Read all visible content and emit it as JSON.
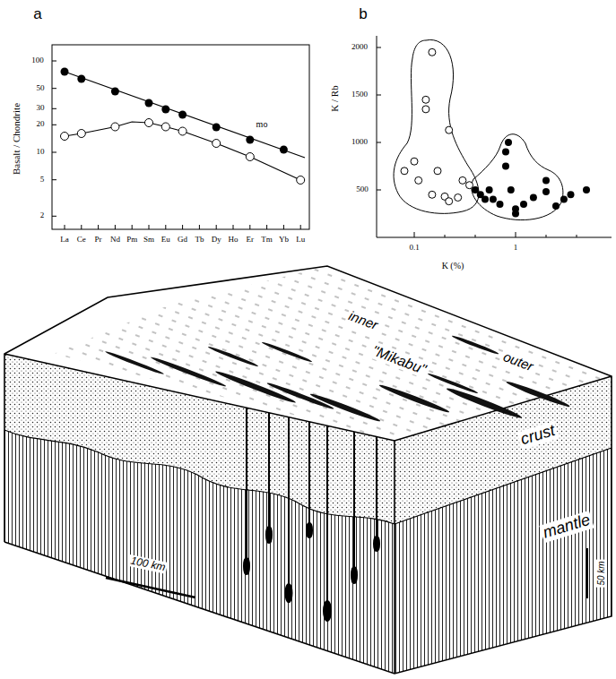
{
  "diagram": {
    "labels": [
      "a",
      "b",
      "Basalt / Chondrite",
      "100",
      "50",
      "30",
      "20",
      "10",
      "5",
      "2",
      "La",
      "Ce",
      "Pr",
      "Nd",
      "Pm",
      "Sm",
      "Eu",
      "Gd",
      "Tb",
      "Dy",
      "Ho",
      "Er",
      "Tm",
      "Yb",
      "Lu",
      "mo",
      "K / Rb",
      "2000",
      "1500",
      "1000",
      "500",
      "0.1",
      "1",
      "K (%)",
      "inner",
      "\"Mikabu\"",
      "outer",
      "crust",
      "mantle",
      "100 km",
      "50 km"
    ]
  }
}
